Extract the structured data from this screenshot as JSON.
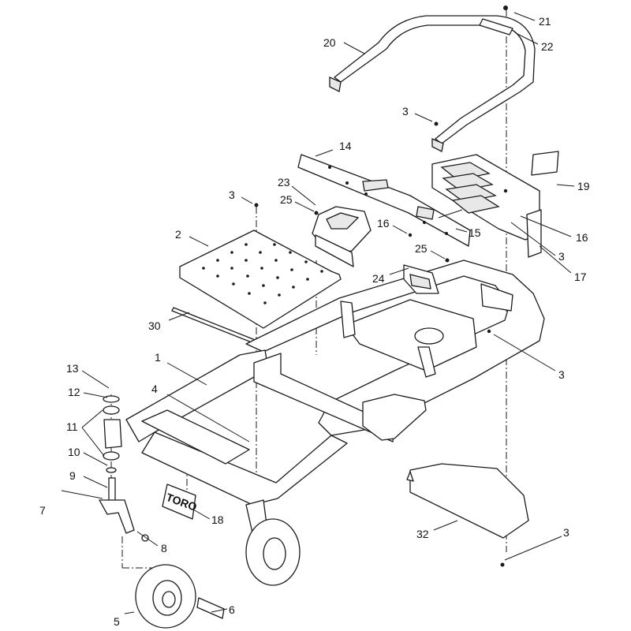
{
  "diagram": {
    "type": "exploded-parts-view",
    "line_color": "#1a1a1a",
    "background": "#ffffff",
    "logo_text": "TORO",
    "callouts": [
      "1",
      "2",
      "3",
      "3",
      "3",
      "3",
      "3",
      "4",
      "5",
      "6",
      "7",
      "8",
      "9",
      "10",
      "11",
      "12",
      "13",
      "14",
      "15",
      "16",
      "16",
      "17",
      "18",
      "19",
      "20",
      "21",
      "22",
      "23",
      "24",
      "25",
      "25",
      "30",
      "32"
    ]
  }
}
